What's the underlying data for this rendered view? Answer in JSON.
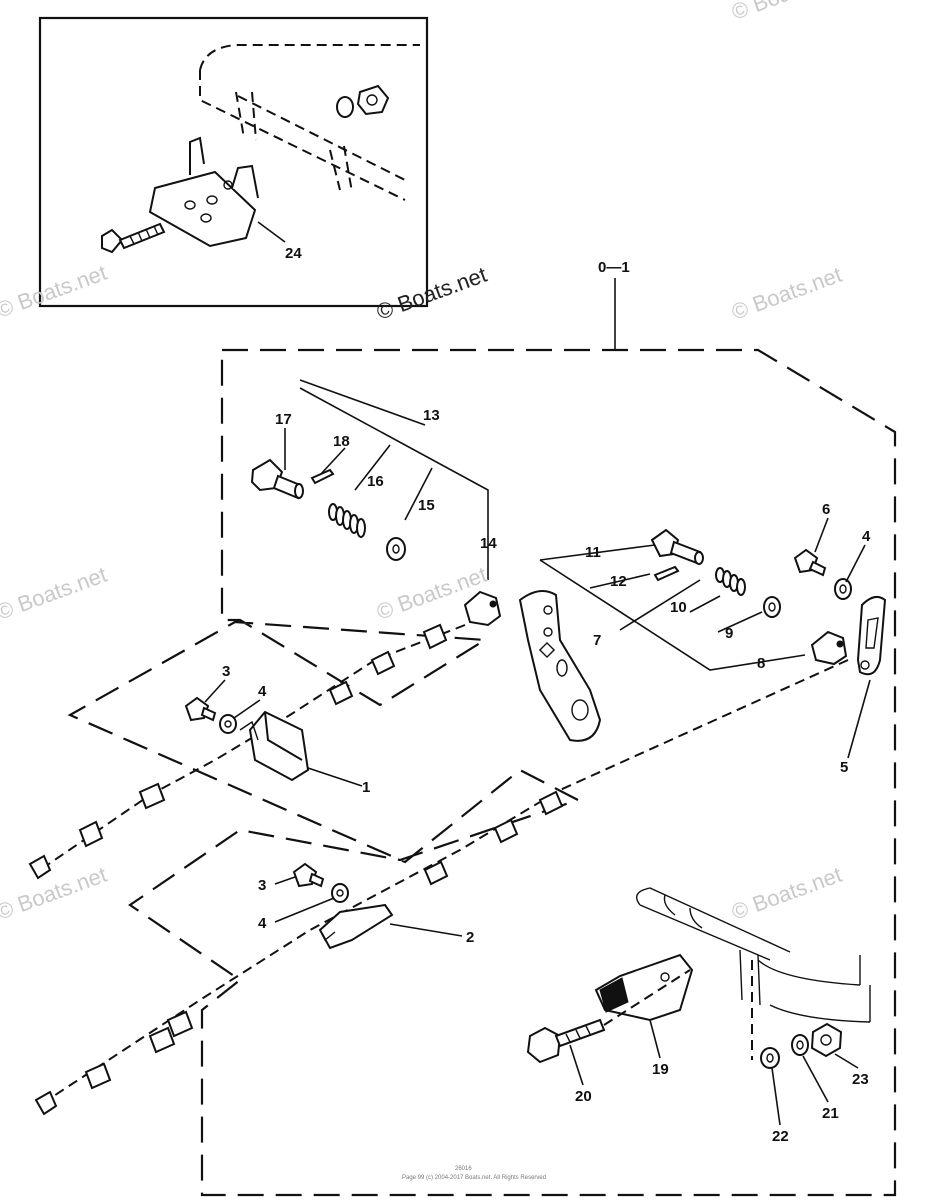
{
  "watermark": "© Boats.net",
  "watermark_dark": "© Boats.net",
  "labels": {
    "kit": "0—1",
    "p1": "1",
    "p2": "2",
    "p3a": "3",
    "p3b": "3",
    "p4a": "4",
    "p4b": "4",
    "p4c": "4",
    "p5": "5",
    "p6": "6",
    "p7": "7",
    "p8": "8",
    "p9": "9",
    "p10": "10",
    "p11": "11",
    "p12": "12",
    "p13": "13",
    "p14": "14",
    "p15": "15",
    "p16": "16",
    "p17": "17",
    "p18": "18",
    "p19": "19",
    "p20": "20",
    "p21": "21",
    "p22": "22",
    "p23": "23",
    "p24": "24"
  },
  "footer": {
    "line1": "26016",
    "line2": "Page 99 (c) 2004-2017 Boats.net. All Rights Reserved"
  }
}
